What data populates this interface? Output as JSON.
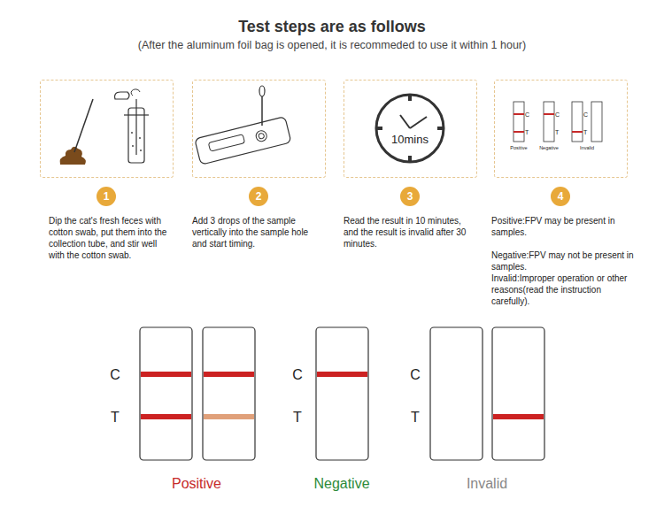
{
  "diagram": {
    "title": "Test steps are as follows",
    "nodes": [
      {
        "text": [
          "1"
        ]
      },
      {
        "text": [
          "2"
        ]
      },
      {
        "text": [
          "3"
        ]
      },
      {
        "text": [
          "4"
        ]
      }
    ],
    "labels": [
      "(After the aluminum foil bag is opened, it is recommeded to use it within 1 hour)",
      "Dip the cat's fresh feces with cotton swab, put them into the collection tube, and stir well with the cotton swab.",
      "Add 3 drops of the sample vertically into the sample hole and start timing.",
      "Read the result in 10 minutes, and the result is invalid after 30 minutes.",
      "Positive:FPV may be present in samples.",
      "Negative:FPV may not be present in samples.",
      "Invalid:Improper operation or other reasons(read the instruction carefully).",
      "10mins",
      "C",
      "T",
      "C",
      "T",
      "C",
      "T",
      "Positive",
      "Negative",
      "Invalid",
      "C",
      "T",
      "C",
      "T",
      "C",
      "T",
      "Positive",
      "Negative",
      "Invalid"
    ]
  }
}
